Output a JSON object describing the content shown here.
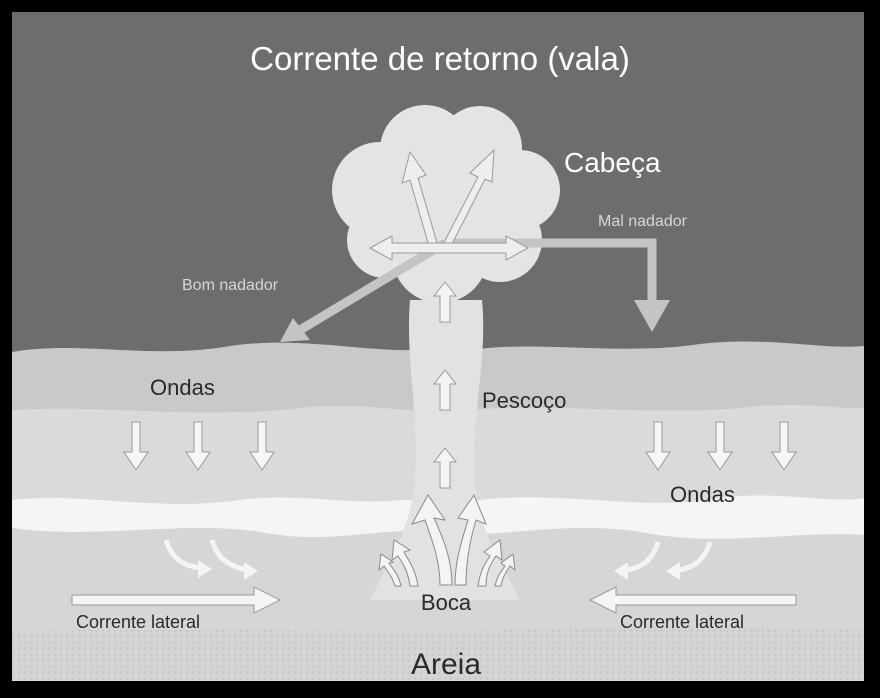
{
  "title": "Corrente de retorno (vala)",
  "labels": {
    "head": "Cabeça",
    "bad_swimmer": "Mal nadador",
    "good_swimmer": "Bom nadador",
    "waves_left": "Ondas",
    "neck": "Pescoço",
    "waves_right": "Ondas",
    "mouth": "Boca",
    "lateral_left": "Corrente lateral",
    "lateral_right": "Corrente lateral",
    "sand": "Areia"
  },
  "colors": {
    "frame": "#000000",
    "deep_water": "#6b6b6b",
    "surf_zone": "#cfcfcf",
    "foam": "#f4f4f4",
    "sand": "#d2d2d2",
    "arrow_light": "#e9e9e9",
    "swimmer_arrow": "#c4c4c4"
  }
}
